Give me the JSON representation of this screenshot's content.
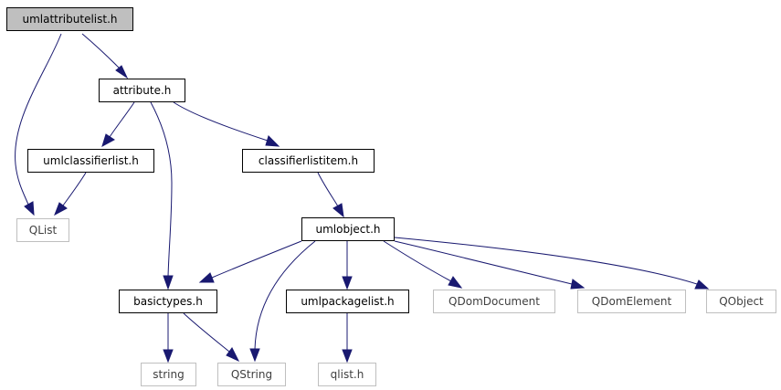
{
  "diagram": {
    "edge_color": "#191970",
    "nodes": [
      {
        "id": "umlattributelist",
        "label": "umlattributelist.h",
        "kind": "main"
      },
      {
        "id": "attribute",
        "label": "attribute.h",
        "kind": "documented"
      },
      {
        "id": "qlist",
        "label": "QList",
        "kind": "external"
      },
      {
        "id": "umlclassifierlist",
        "label": "umlclassifierlist.h",
        "kind": "documented"
      },
      {
        "id": "classifierlistitem",
        "label": "classifierlistitem.h",
        "kind": "documented"
      },
      {
        "id": "umlobject",
        "label": "umlobject.h",
        "kind": "documented"
      },
      {
        "id": "basictypes",
        "label": "basictypes.h",
        "kind": "documented"
      },
      {
        "id": "umlpackagelist",
        "label": "umlpackagelist.h",
        "kind": "documented"
      },
      {
        "id": "qdomdocument",
        "label": "QDomDocument",
        "kind": "external"
      },
      {
        "id": "qdomelement",
        "label": "QDomElement",
        "kind": "external"
      },
      {
        "id": "qobject",
        "label": "QObject",
        "kind": "external"
      },
      {
        "id": "string",
        "label": "string",
        "kind": "external"
      },
      {
        "id": "qstring",
        "label": "QString",
        "kind": "external"
      },
      {
        "id": "qlisth",
        "label": "qlist.h",
        "kind": "external"
      }
    ],
    "edges": [
      {
        "from": "umlattributelist",
        "to": "attribute"
      },
      {
        "from": "umlattributelist",
        "to": "qlist"
      },
      {
        "from": "attribute",
        "to": "umlclassifierlist"
      },
      {
        "from": "attribute",
        "to": "basictypes"
      },
      {
        "from": "attribute",
        "to": "classifierlistitem"
      },
      {
        "from": "umlclassifierlist",
        "to": "qlist"
      },
      {
        "from": "classifierlistitem",
        "to": "umlobject"
      },
      {
        "from": "umlobject",
        "to": "basictypes"
      },
      {
        "from": "umlobject",
        "to": "qstring"
      },
      {
        "from": "umlobject",
        "to": "umlpackagelist"
      },
      {
        "from": "umlobject",
        "to": "qdomdocument"
      },
      {
        "from": "umlobject",
        "to": "qdomelement"
      },
      {
        "from": "umlobject",
        "to": "qobject"
      },
      {
        "from": "basictypes",
        "to": "string"
      },
      {
        "from": "basictypes",
        "to": "qstring"
      },
      {
        "from": "umlpackagelist",
        "to": "qlisth"
      }
    ]
  }
}
